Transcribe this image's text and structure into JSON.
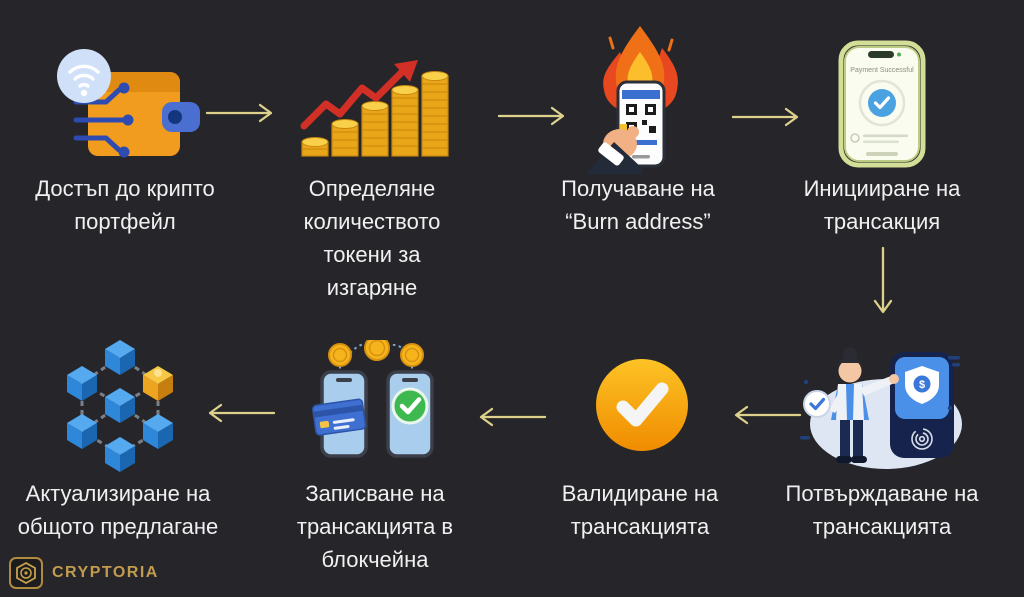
{
  "colors": {
    "background": "#26262a",
    "text": "#f0f0f0",
    "arrow": "#ddd18c",
    "logo_gold": "#c29b4e",
    "validate_orange": "#f59c00",
    "coin_gold": "#f0b41e",
    "flame_red": "#e8481f",
    "cube_blue": "#2f87da",
    "cube_gold": "#eda420"
  },
  "steps": [
    {
      "name": "access-wallet",
      "icon": "crypto-wallet-wifi-icon",
      "lines": [
        "Достъп до крипто",
        "портфейл"
      ]
    },
    {
      "name": "determine-amount",
      "icon": "rising-coin-stacks-icon",
      "lines": [
        "Определяне",
        "количеството",
        "токени за",
        "изгаряне"
      ]
    },
    {
      "name": "receive-burn-address",
      "icon": "burning-phone-qr-icon",
      "lines": [
        "Получаване на",
        "“Burn address”"
      ]
    },
    {
      "name": "initiate-transaction",
      "icon": "payment-success-phone-icon",
      "lines": [
        "Иницииране на",
        "трансакция"
      ]
    },
    {
      "name": "confirm-transaction",
      "icon": "secure-confirmation-person-icon",
      "lines": [
        "Потвърждаване на",
        "трансакцията"
      ]
    },
    {
      "name": "validate-transaction",
      "icon": "orange-checkmark-icon",
      "lines": [
        "Валидиране на",
        "трансакцията"
      ]
    },
    {
      "name": "record-transaction",
      "icon": "phone-transfer-coins-icon",
      "lines": [
        "Записване на",
        "трансакцията в",
        "блокчейна"
      ]
    },
    {
      "name": "update-supply",
      "icon": "blockchain-cubes-icon",
      "lines": [
        "Актуализиране на",
        "общото предлагане"
      ]
    }
  ],
  "phone_screen": {
    "status": "Payment Successful"
  },
  "glyphs": {
    "dollar": "$"
  },
  "logo": {
    "text": "CRYPTORIA"
  }
}
